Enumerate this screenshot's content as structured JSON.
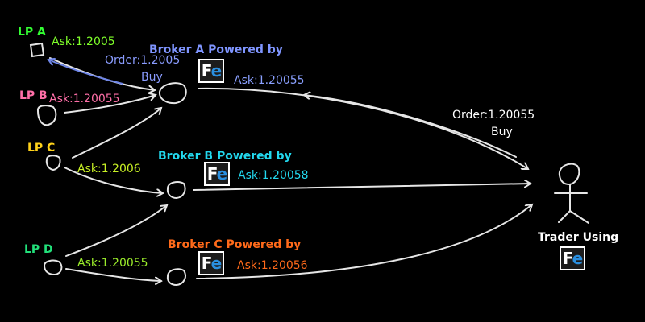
{
  "lps": [
    {
      "label": "LP A",
      "ask": "Ask:1.2005",
      "label_color": "#33ff33",
      "ask_color": "#7fff2a"
    },
    {
      "label": "LP B",
      "ask": "Ask:1.20055",
      "label_color": "#ff6fa8",
      "ask_color": "#ff6fa8"
    },
    {
      "label": "LP C",
      "ask": "Ask:1.2006",
      "label_color": "#ffd21a",
      "ask_color": "#c8f025"
    },
    {
      "label": "LP D",
      "ask": "Ask:1.20055",
      "label_color": "#22e07a",
      "ask_color": "#9aec2a"
    }
  ],
  "brokers": [
    {
      "title": "Broker A Powered by",
      "ask": "Ask:1.20055",
      "color": "#7f95ff",
      "ask_color": "#8aa0ff"
    },
    {
      "title": "Broker B Powered by",
      "ask": "Ask:1.20058",
      "color": "#22d8ee",
      "ask_color": "#22d8ee"
    },
    {
      "title": "Broker C Powered by",
      "ask": "Ask:1.20056",
      "color": "#ff6a1a",
      "ask_color": "#ff6a1a"
    }
  ],
  "broker_a_order": {
    "order": "Order:1.2005",
    "side": "Buy",
    "color": "#8a9cff"
  },
  "trader_order": {
    "order": "Order:1.20055",
    "side": "Buy",
    "color": "#ffffff"
  },
  "trader": {
    "label": "Trader Using"
  },
  "logo": {
    "letter_f": "F",
    "letter_e": "e"
  },
  "colors": {
    "background": "#000000",
    "stroke": "#e6e6e6",
    "order_arrow": "#6f86e8"
  }
}
